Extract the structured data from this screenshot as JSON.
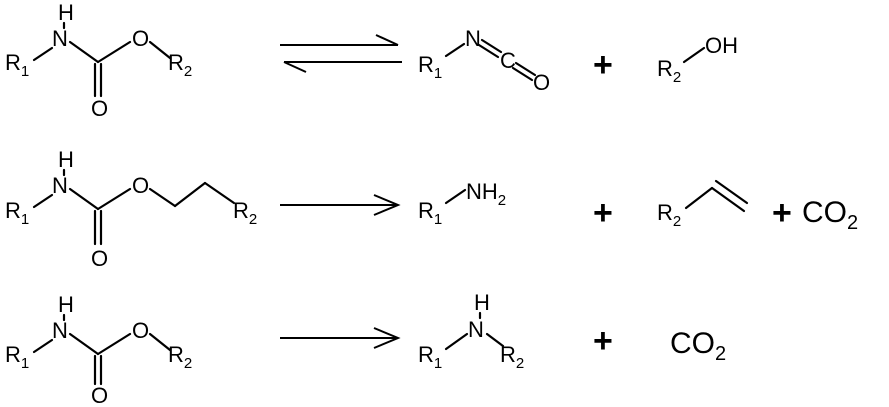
{
  "groups": {
    "r1": {
      "letter": "R",
      "sub": "1"
    },
    "r2": {
      "letter": "R",
      "sub": "2"
    }
  },
  "atoms": {
    "n": "N",
    "h": "H",
    "o": "O",
    "c": "C",
    "oh": "OH",
    "nh": "NH",
    "nh_sub": "2"
  },
  "plus": "+",
  "co2": {
    "base": "CO",
    "sub": "2"
  }
}
